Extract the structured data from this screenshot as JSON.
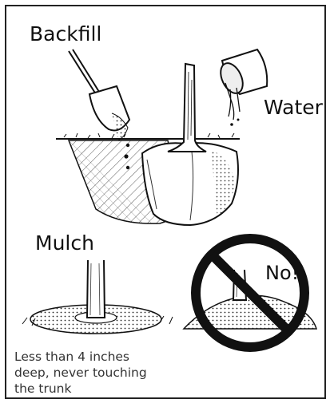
{
  "labels": {
    "backfill": "Backfill",
    "water": "Water",
    "mulch": "Mulch",
    "no": "No!"
  },
  "caption": {
    "line1": "Less than 4 inches",
    "line2": "deep, never touching",
    "line3": "the trunk"
  },
  "icons": {
    "shovel": "shovel-icon",
    "bucket": "water-bucket-icon",
    "tree": "tree-trunk-icon",
    "prohibited": "prohibited-sign-icon"
  },
  "colors": {
    "ink": "#111111",
    "background": "#ffffff"
  }
}
